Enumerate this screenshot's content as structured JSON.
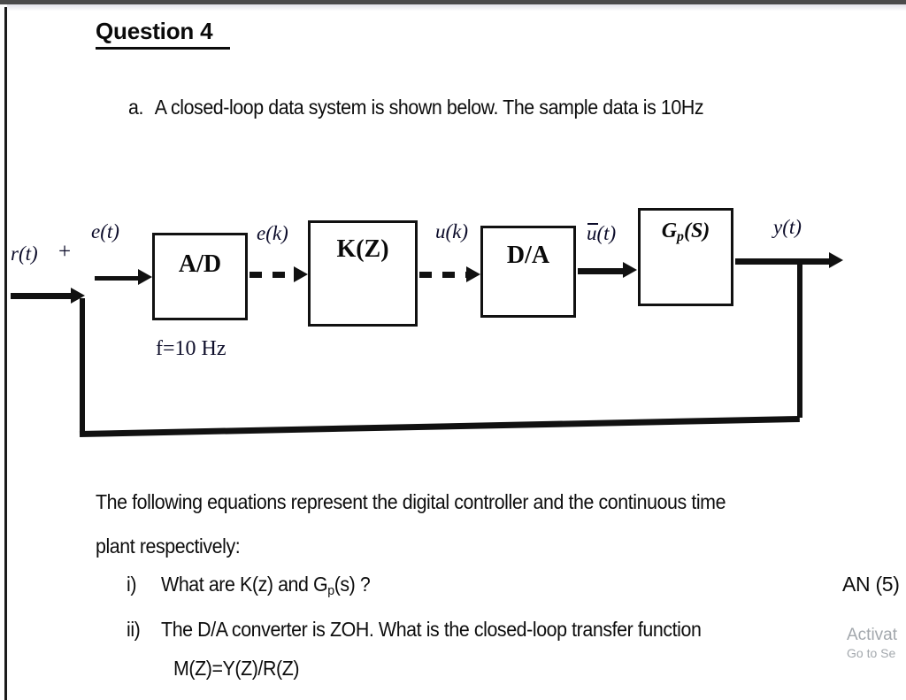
{
  "page": {
    "title": "Question 4"
  },
  "item_a": {
    "marker": "a.",
    "text": "A closed-loop data system is shown below. The sample data is 10Hz"
  },
  "diagram": {
    "blocks": [
      {
        "name": "ad-block",
        "label": "A/D",
        "caption": "f=10 Hz"
      },
      {
        "name": "kz-block",
        "label": "K(Z)"
      },
      {
        "name": "da-block",
        "label": "D/A"
      },
      {
        "name": "gp-block",
        "label": "G"
      }
    ],
    "gp_label": {
      "base": "G",
      "sub": "p",
      "arg": "(S)"
    },
    "signals": {
      "input": "r(t)",
      "sum_sign": "+",
      "error_continuous": "e(t)",
      "error_sampled": "e(k)",
      "control_sampled": "u(k)",
      "control_held": "u(t)",
      "output": "y(t)",
      "sample_rate": "f=10 Hz"
    }
  },
  "body": {
    "paragraph_line1": "The following equations represent the digital controller and the continuous time",
    "paragraph_line2": "plant respectively:"
  },
  "questions": [
    {
      "marker": "i)",
      "text_before": "What are K(z) and G",
      "sub": "p",
      "text_after": "(s) ?",
      "mark": "AN (5)"
    },
    {
      "marker": "ii)",
      "text": "The D/A converter is ZOH. What is the closed-loop transfer function",
      "continuation": "M(Z)=Y(Z)/R(Z)"
    }
  ],
  "watermark": {
    "title": "Activat",
    "subtitle": "Go to Se"
  },
  "colors": {
    "ink": "#0d0d0d",
    "signal_ink": "#0c0c2a",
    "watermark": "#a3a8ad",
    "page": "#ffffff"
  }
}
